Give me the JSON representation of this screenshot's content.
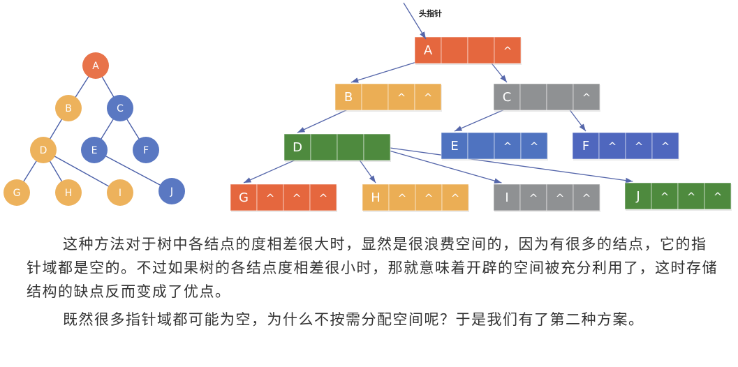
{
  "head_pointer_label": "头指针",
  "null_symbol": "^",
  "tree_nodes": [
    {
      "id": "A",
      "color": "#E8734A"
    },
    {
      "id": "B",
      "color": "#EDB25C"
    },
    {
      "id": "C",
      "color": "#5A78C2"
    },
    {
      "id": "D",
      "color": "#EDB25C"
    },
    {
      "id": "E",
      "color": "#5A78C2"
    },
    {
      "id": "F",
      "color": "#5A78C2"
    },
    {
      "id": "G",
      "color": "#EDB25C"
    },
    {
      "id": "H",
      "color": "#EDB25C"
    },
    {
      "id": "I",
      "color": "#EDB25C"
    },
    {
      "id": "J",
      "color": "#5A78C2"
    }
  ],
  "tree_edges": [
    [
      "A",
      "B"
    ],
    [
      "A",
      "C"
    ],
    [
      "B",
      "D"
    ],
    [
      "C",
      "E"
    ],
    [
      "C",
      "F"
    ],
    [
      "D",
      "G"
    ],
    [
      "D",
      "H"
    ],
    [
      "D",
      "I"
    ],
    [
      "E",
      "J"
    ]
  ],
  "linked_nodes": [
    {
      "label": "A",
      "color": "#E5673E",
      "pointer_fields": [
        "",
        "",
        "^"
      ]
    },
    {
      "label": "B",
      "color": "#EBAE55",
      "pointer_fields": [
        "",
        "^",
        "^"
      ]
    },
    {
      "label": "C",
      "color": "#8F9193",
      "pointer_fields": [
        "",
        "",
        "^"
      ]
    },
    {
      "label": "D",
      "color": "#4E8A3E",
      "pointer_fields": [
        "",
        "",
        ""
      ]
    },
    {
      "label": "E",
      "color": "#4F73C0",
      "pointer_fields": [
        "",
        "^",
        "^"
      ]
    },
    {
      "label": "F",
      "color": "#4F67BE",
      "pointer_fields": [
        "^",
        "^",
        "^"
      ]
    },
    {
      "label": "G",
      "color": "#E5673E",
      "pointer_fields": [
        "^",
        "^",
        "^"
      ]
    },
    {
      "label": "H",
      "color": "#EBAE55",
      "pointer_fields": [
        "^",
        "^",
        "^"
      ]
    },
    {
      "label": "I",
      "color": "#8F9193",
      "pointer_fields": [
        "^",
        "^",
        "^"
      ]
    },
    {
      "label": "J",
      "color": "#4E8A3E",
      "pointer_fields": [
        "^",
        "^",
        "^"
      ]
    }
  ],
  "linked_edges": [
    [
      "A",
      "B"
    ],
    [
      "A",
      "C"
    ],
    [
      "B",
      "D"
    ],
    [
      "C",
      "E"
    ],
    [
      "C",
      "F"
    ],
    [
      "D",
      "G"
    ],
    [
      "D",
      "H"
    ],
    [
      "D",
      "I"
    ],
    [
      "D",
      "J"
    ]
  ],
  "paragraphs": [
    "这种方法对于树中各结点的度相差很大时，显然是很浪费空间的，因为有很多的结点，它的指针域都是空的。不过如果树的各结点度相差很小时，那就意味着开辟的空间被充分利用了，这时存储结构的缺点反而变成了优点。",
    "既然很多指针域都可能为空，为什么不按需分配空间呢？于是我们有了第二种方案。"
  ]
}
